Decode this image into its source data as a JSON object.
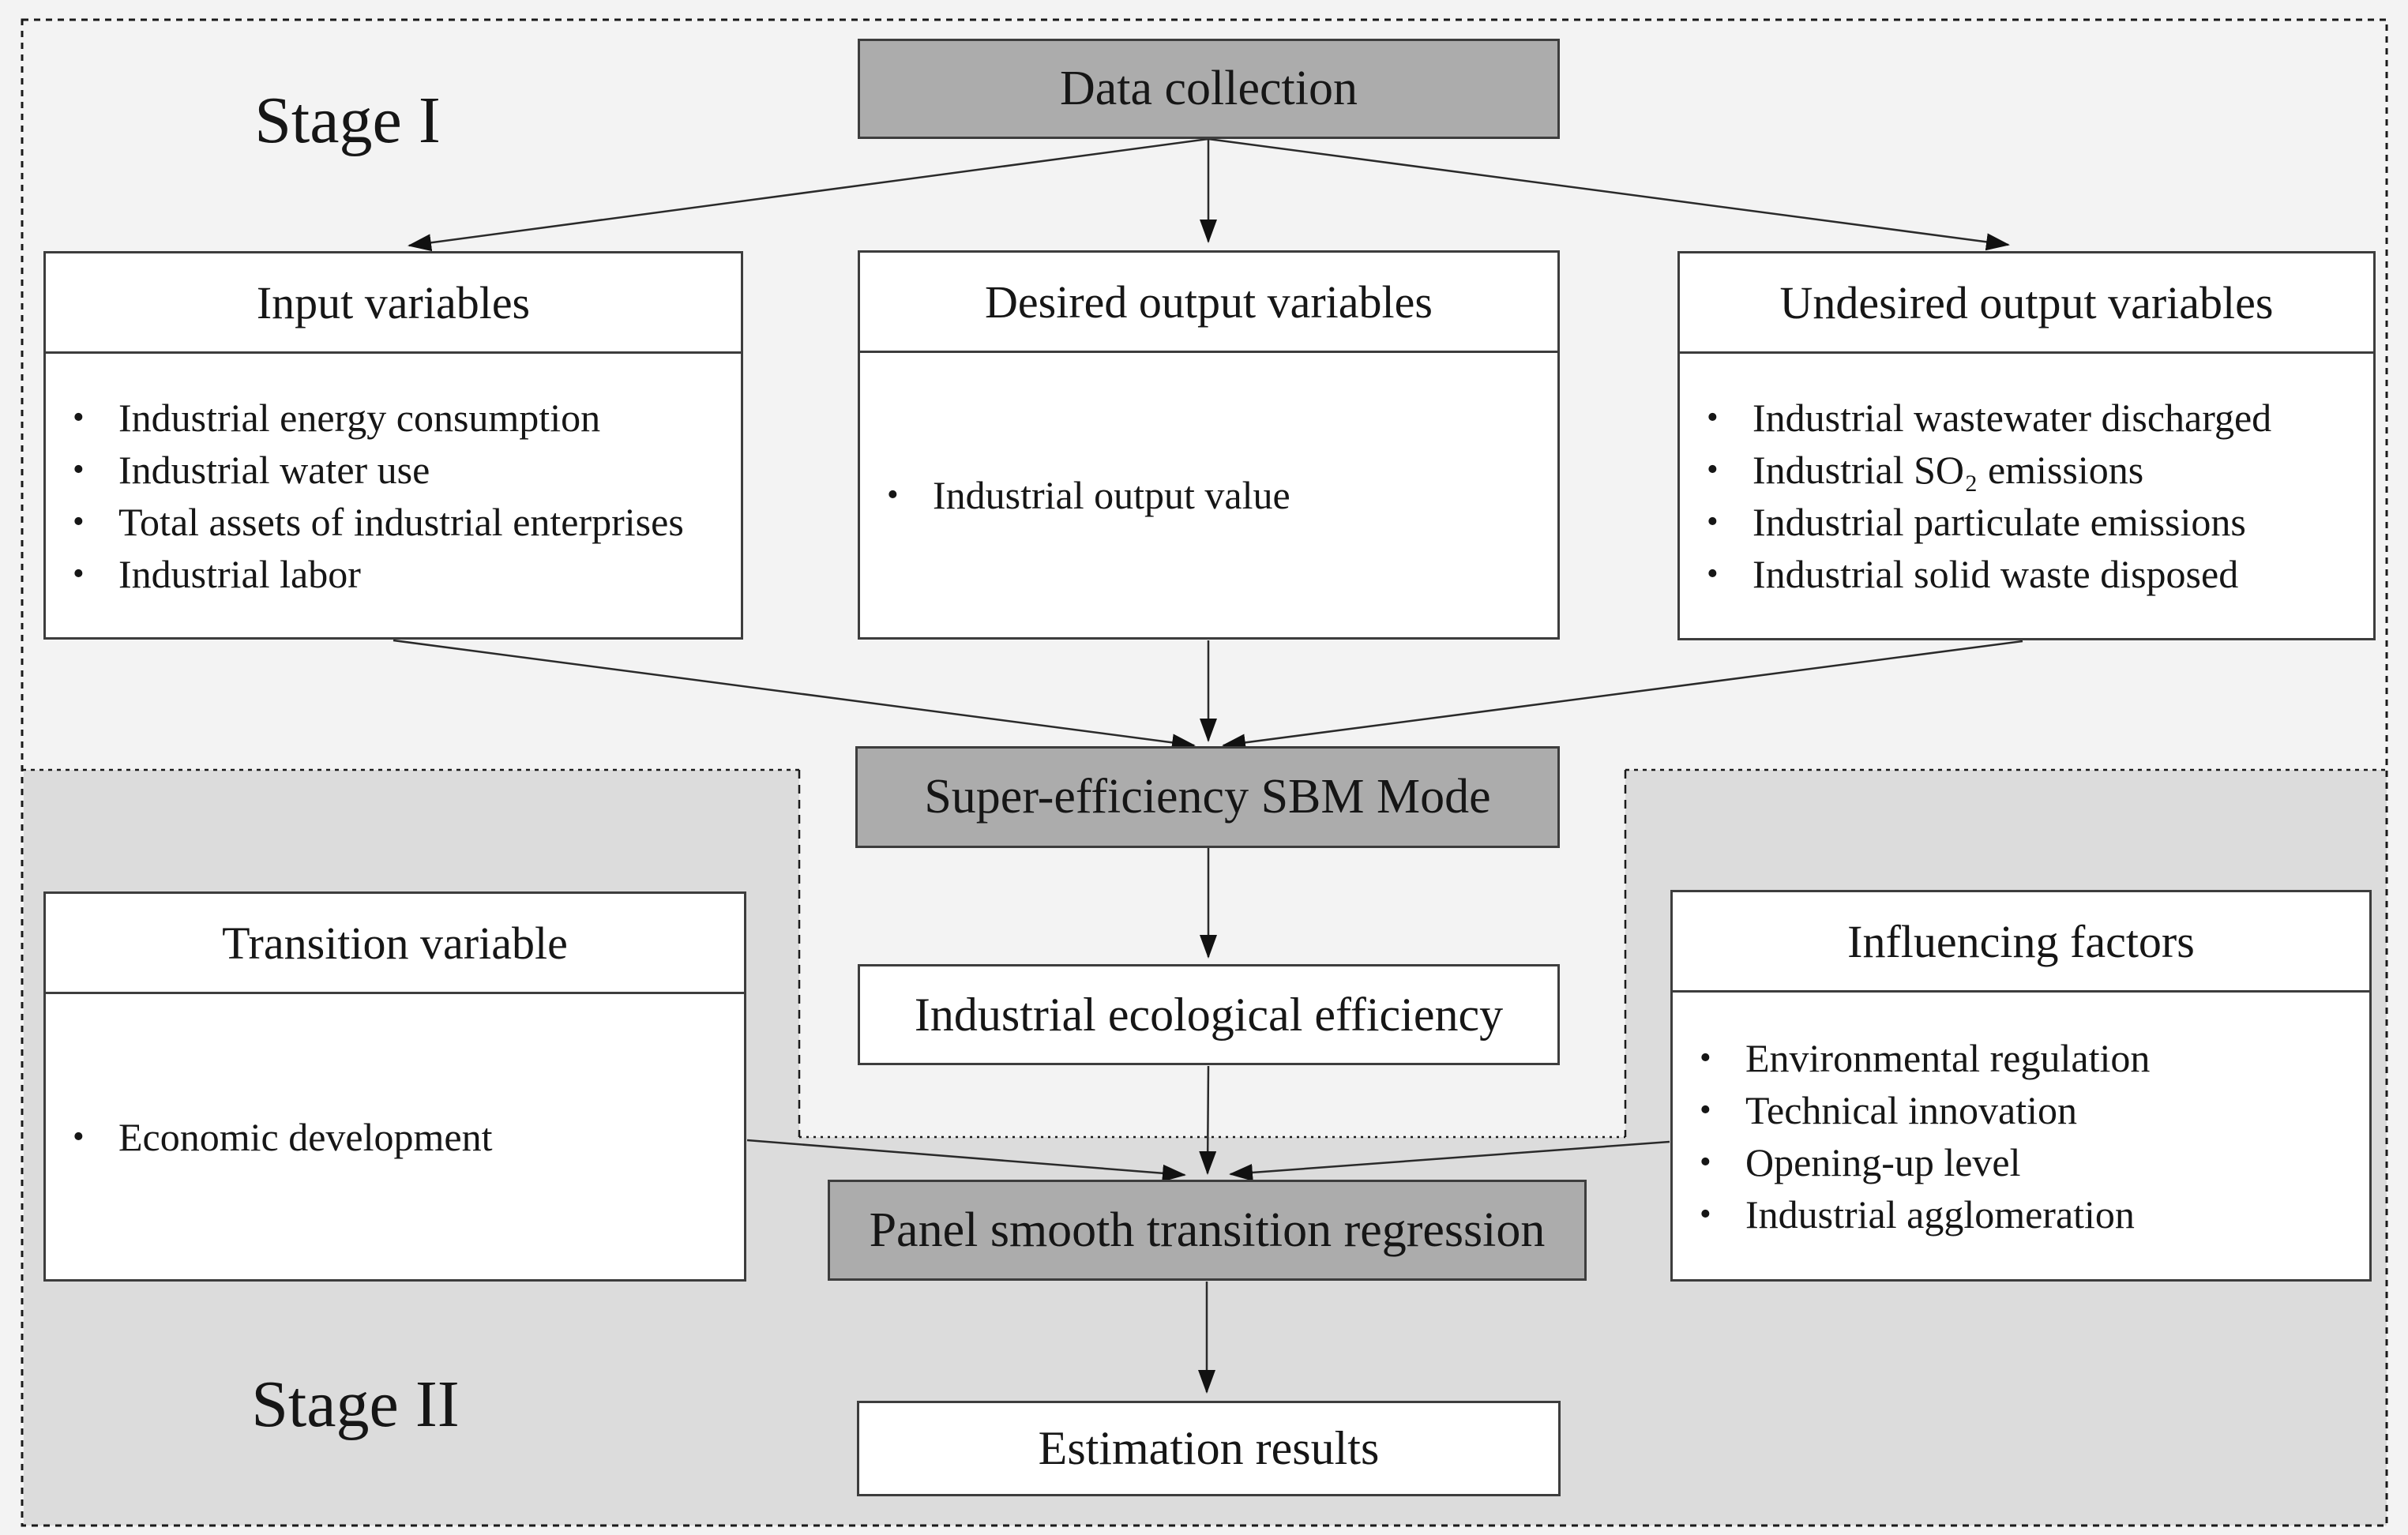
{
  "ui": {
    "bullet": "•"
  },
  "colors": {
    "stage1_bg": "#f3f3f3",
    "stage2_bg": "#dcdcdc",
    "node_fill_gray": "#acacac",
    "node_fill_white": "#ffffff",
    "node_border": "#3d3d3d",
    "arrow": "#1f1f1f"
  },
  "stages": {
    "stage1": {
      "label": "Stage I"
    },
    "stage2": {
      "label": "Stage II"
    }
  },
  "nodes": {
    "data_collection": {
      "label": "Data collection"
    },
    "input_variables": {
      "title": "Input variables",
      "items": [
        "Industrial energy consumption",
        "Industrial water use",
        "Total assets of industrial enterprises",
        "Industrial labor"
      ]
    },
    "desired_output": {
      "title": "Desired output variables",
      "items": [
        "Industrial output value"
      ]
    },
    "undesired_output": {
      "title": "Undesired output variables",
      "items": [
        "Industrial wastewater discharged",
        "Industrial SO₂ emissions",
        "Industrial particulate emissions",
        "Industrial solid waste disposed"
      ]
    },
    "sbm_model": {
      "label": "Super-efficiency SBM Mode"
    },
    "ecological_efficiency": {
      "label": "Industrial ecological efficiency"
    },
    "transition_variable": {
      "title": "Transition variable",
      "items": [
        "Economic development"
      ]
    },
    "influencing_factors": {
      "title": "Influencing factors",
      "items": [
        "Environmental regulation",
        "Technical innovation",
        "Opening-up level",
        "Industrial agglomeration"
      ]
    },
    "pstr": {
      "label": "Panel smooth transition regression"
    },
    "estimation_results": {
      "label": "Estimation results"
    }
  }
}
